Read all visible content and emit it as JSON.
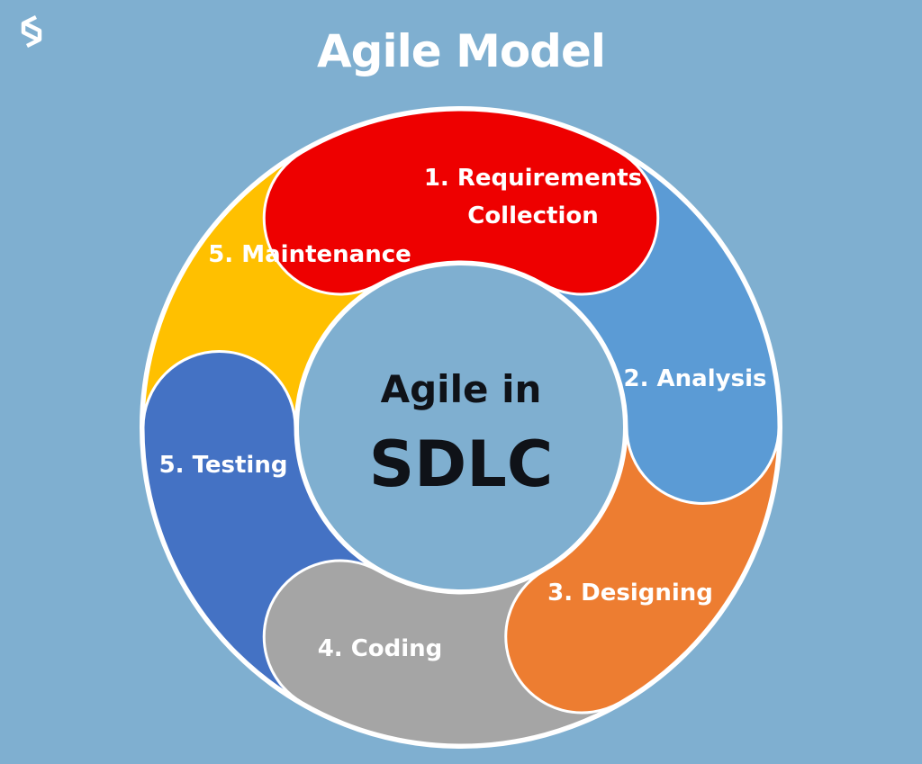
{
  "title": "Agile Model",
  "center": {
    "line1": "Agile in",
    "line2": "SDLC"
  },
  "stages": [
    {
      "lines": [
        "1. Requirements",
        "Collection"
      ],
      "color": "#ee0000"
    },
    {
      "lines": [
        "2. Analysis"
      ],
      "color": "#5b9bd5"
    },
    {
      "lines": [
        "3. Designing"
      ],
      "color": "#ed7d31"
    },
    {
      "lines": [
        "4. Coding"
      ],
      "color": "#a5a5a5"
    },
    {
      "lines": [
        "5. Testing"
      ],
      "color": "#4472c4"
    },
    {
      "lines": [
        "5. Maintenance"
      ],
      "color": "#ffc000"
    }
  ],
  "colors": {
    "background": "#7fafd0",
    "center_fill": "#7fafd0",
    "outline": "#ffffff"
  },
  "icons": {
    "logo": "brand-s-logo-icon"
  }
}
